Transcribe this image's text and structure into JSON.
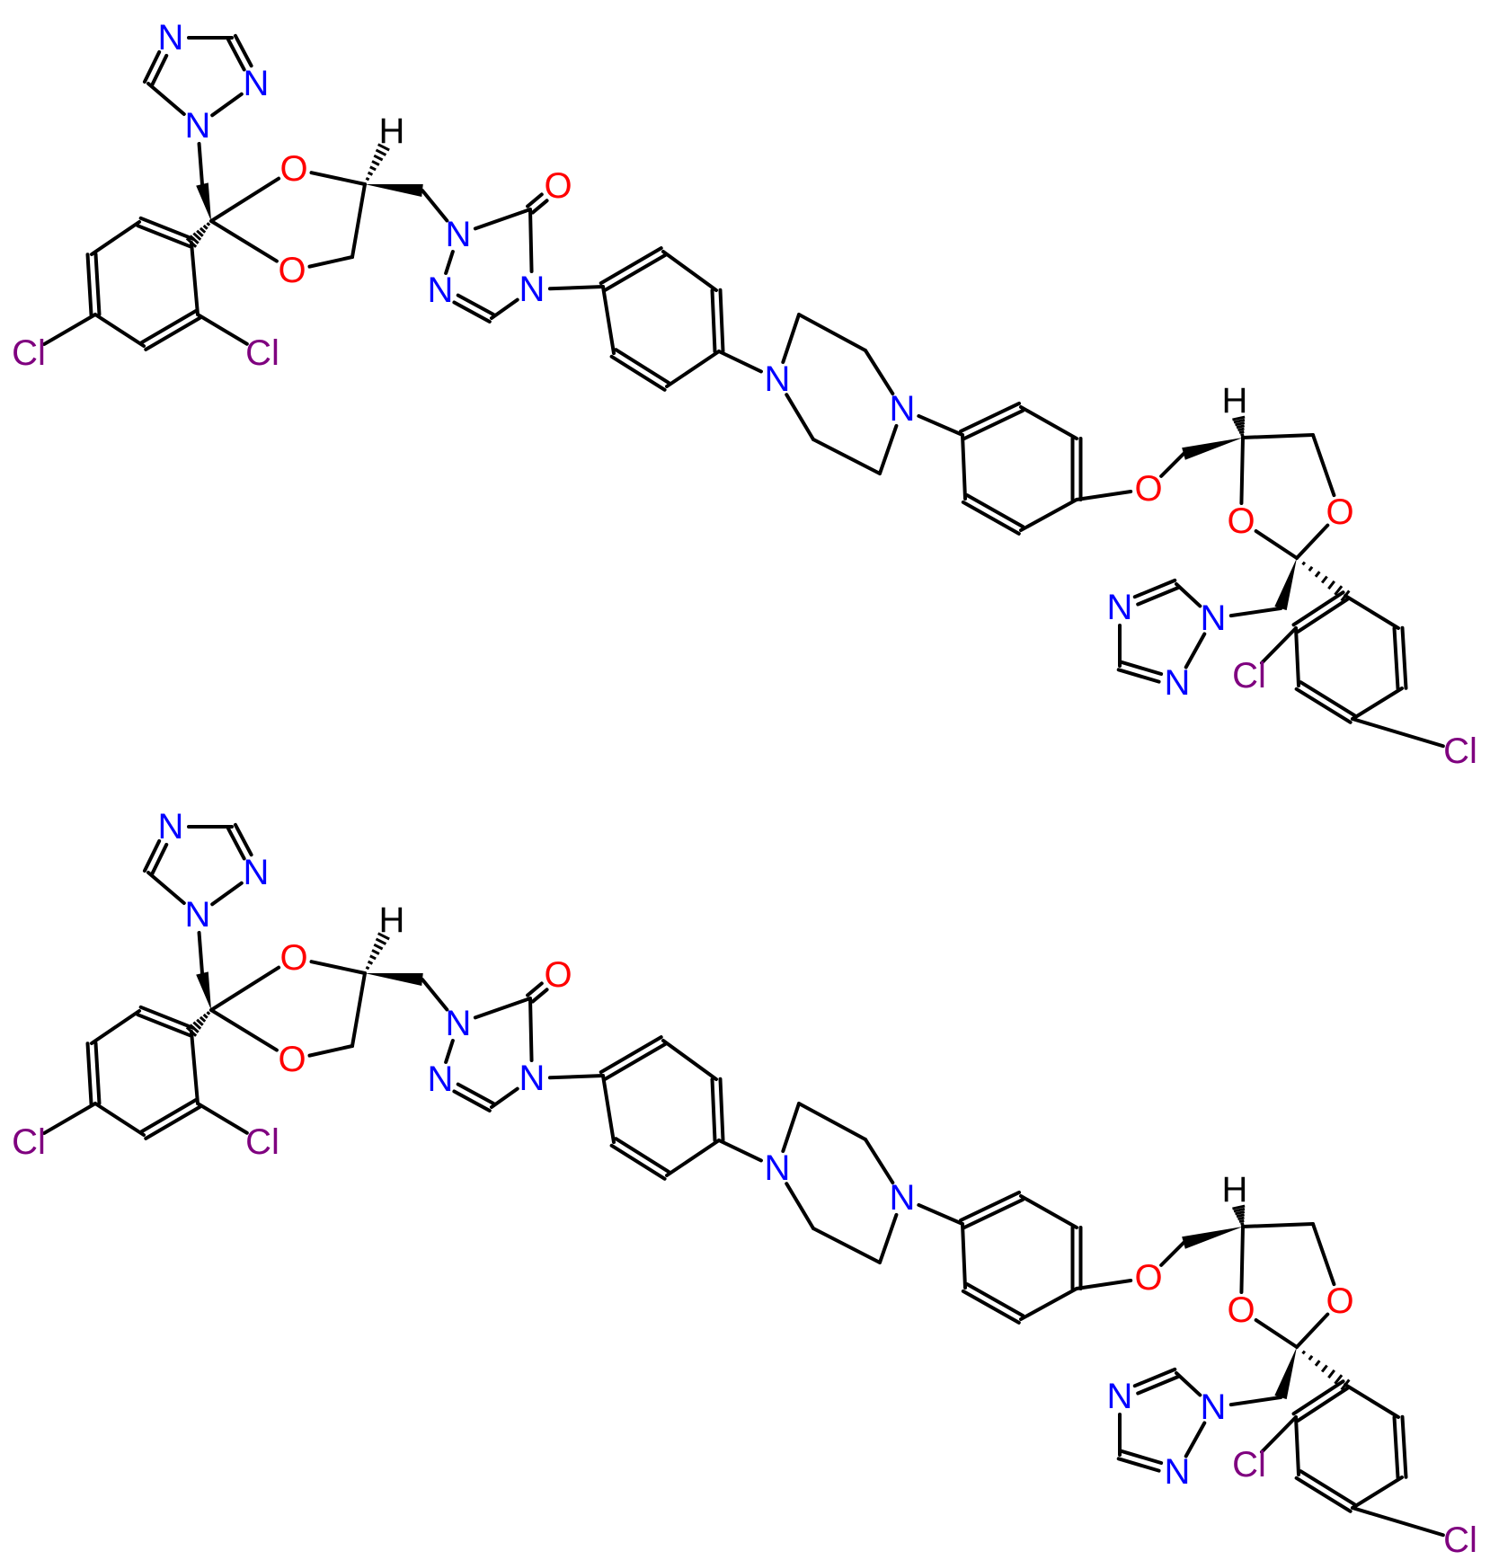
{
  "colors": {
    "carbon_bond": "#000000",
    "nitrogen": "#0000FF",
    "oxygen": "#FF0000",
    "chlorine": "#7F007F",
    "hydrogen": "#000000"
  },
  "structures": [
    {
      "id": "top",
      "atoms": [
        {
          "id": "ta1",
          "el": "N",
          "label": "N"
        },
        {
          "id": "ta2",
          "el": "N",
          "label": "N"
        },
        {
          "id": "ta3",
          "el": "N",
          "label": "N"
        },
        {
          "id": "tO1",
          "el": "O",
          "label": "O"
        },
        {
          "id": "tO2",
          "el": "O",
          "label": "O"
        },
        {
          "id": "tH1",
          "el": "H",
          "label": "H"
        },
        {
          "id": "tO3",
          "el": "O",
          "label": "O"
        },
        {
          "id": "tN4",
          "el": "N",
          "label": "N"
        },
        {
          "id": "tN5",
          "el": "N",
          "label": "N"
        },
        {
          "id": "tN6",
          "el": "N",
          "label": "N"
        },
        {
          "id": "tCl1",
          "el": "Cl",
          "label": "Cl"
        },
        {
          "id": "tCl2",
          "el": "Cl",
          "label": "Cl"
        },
        {
          "id": "tN7",
          "el": "N",
          "label": "N"
        },
        {
          "id": "tN8",
          "el": "N",
          "label": "N"
        },
        {
          "id": "tO4",
          "el": "O",
          "label": "O"
        },
        {
          "id": "tH2",
          "el": "H",
          "label": "H"
        },
        {
          "id": "tO5",
          "el": "O",
          "label": "O"
        },
        {
          "id": "tO6",
          "el": "O",
          "label": "O"
        },
        {
          "id": "tN9",
          "el": "N",
          "label": "N"
        },
        {
          "id": "tN10",
          "el": "N",
          "label": "N"
        },
        {
          "id": "tN11",
          "el": "N",
          "label": "N"
        },
        {
          "id": "tCl3",
          "el": "Cl",
          "label": "Cl"
        },
        {
          "id": "tCl4",
          "el": "Cl",
          "label": "Cl"
        }
      ]
    },
    {
      "id": "bottom",
      "atoms": [
        {
          "id": "ba1",
          "el": "N",
          "label": "N"
        },
        {
          "id": "ba2",
          "el": "N",
          "label": "N"
        },
        {
          "id": "ba3",
          "el": "N",
          "label": "N"
        },
        {
          "id": "bO1",
          "el": "O",
          "label": "O"
        },
        {
          "id": "bO2",
          "el": "O",
          "label": "O"
        },
        {
          "id": "bH1",
          "el": "H",
          "label": "H"
        },
        {
          "id": "bO3",
          "el": "O",
          "label": "O"
        },
        {
          "id": "bN4",
          "el": "N",
          "label": "N"
        },
        {
          "id": "bN5",
          "el": "N",
          "label": "N"
        },
        {
          "id": "bN6",
          "el": "N",
          "label": "N"
        },
        {
          "id": "bCl1",
          "el": "Cl",
          "label": "Cl"
        },
        {
          "id": "bCl2",
          "el": "Cl",
          "label": "Cl"
        },
        {
          "id": "bN7",
          "el": "N",
          "label": "N"
        },
        {
          "id": "bN8",
          "el": "N",
          "label": "N"
        },
        {
          "id": "bO4",
          "el": "O",
          "label": "O"
        },
        {
          "id": "bH2",
          "el": "H",
          "label": "H"
        },
        {
          "id": "bO5",
          "el": "O",
          "label": "O"
        },
        {
          "id": "bO6",
          "el": "O",
          "label": "O"
        },
        {
          "id": "bN9",
          "el": "N",
          "label": "N"
        },
        {
          "id": "bN10",
          "el": "N",
          "label": "N"
        },
        {
          "id": "bN11",
          "el": "N",
          "label": "N"
        },
        {
          "id": "bCl3",
          "el": "Cl",
          "label": "Cl"
        },
        {
          "id": "bCl4",
          "el": "Cl",
          "label": "Cl"
        }
      ]
    }
  ]
}
